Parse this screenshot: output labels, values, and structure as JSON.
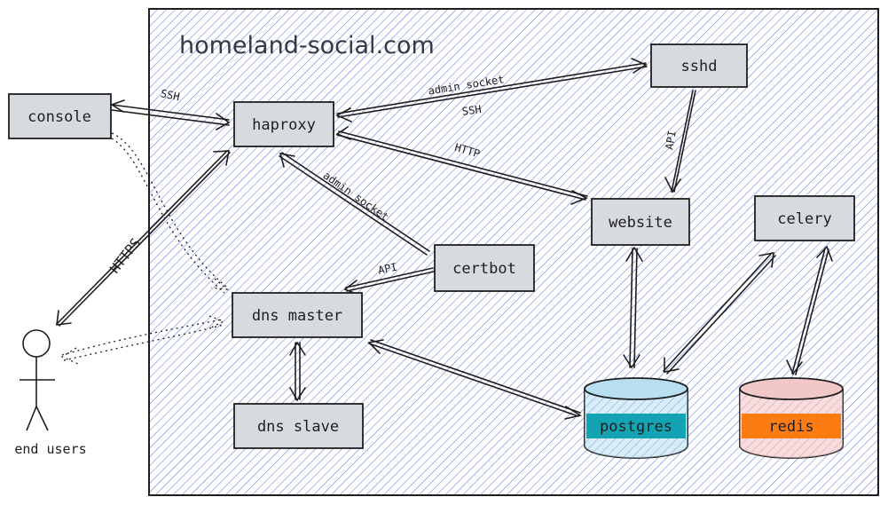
{
  "title": "homeland-social.com",
  "colors": {
    "hatch": "#4a5fd8",
    "box_fill": "#d7dbe0",
    "postgres_band": "#14a3b3",
    "postgres_tint": "#b8dff0",
    "redis_band": "#fa7c12",
    "redis_tint": "#f1c7c7"
  },
  "nodes": {
    "console": "console",
    "haproxy": "haproxy",
    "sshd": "sshd",
    "website": "website",
    "celery": "celery",
    "certbot": "certbot",
    "dns_master": "dns master",
    "dns_slave": "dns slave",
    "postgres": "postgres",
    "redis": "redis",
    "end_users": "end users"
  },
  "edges": {
    "ssh": "SSH",
    "admin_socket_sshd": "admin socket",
    "ssh_sshd": "SSH",
    "api_sshd": "API",
    "http": "HTTP",
    "admin_socket_certbot": "admin socket",
    "api_certbot": "API",
    "https": "HTTPS"
  }
}
